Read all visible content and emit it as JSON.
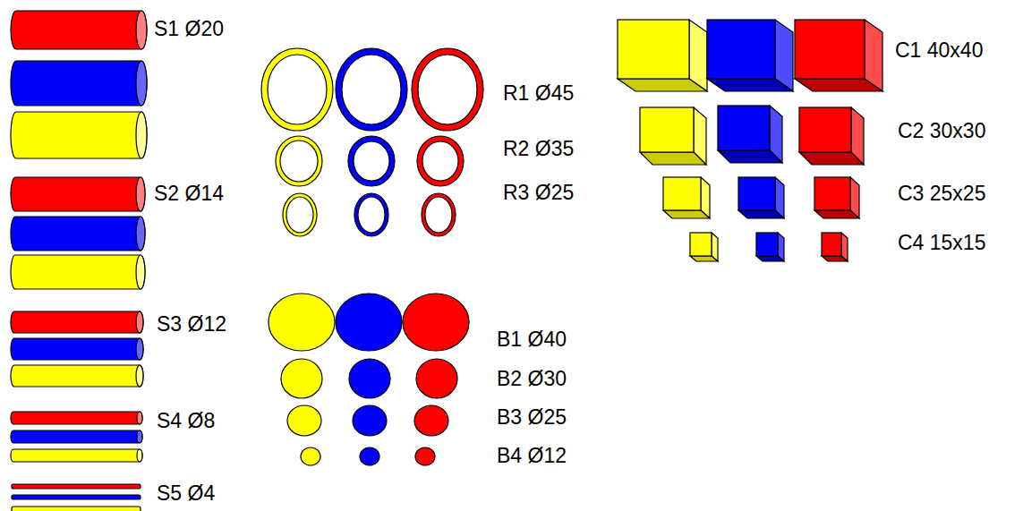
{
  "diagram": {
    "labels": [
      "S1 Ø20",
      "S2 Ø14",
      "S3 Ø12",
      "S4 Ø8",
      "S5 Ø4",
      "R1 Ø45",
      "R2 Ø35",
      "R3 Ø25",
      "B1 Ø40",
      "B2 Ø30",
      "B3 Ø25",
      "B4 Ø12",
      "C1 40x40",
      "C2 30x30",
      "C3 25x25",
      "C4 15x15"
    ]
  }
}
